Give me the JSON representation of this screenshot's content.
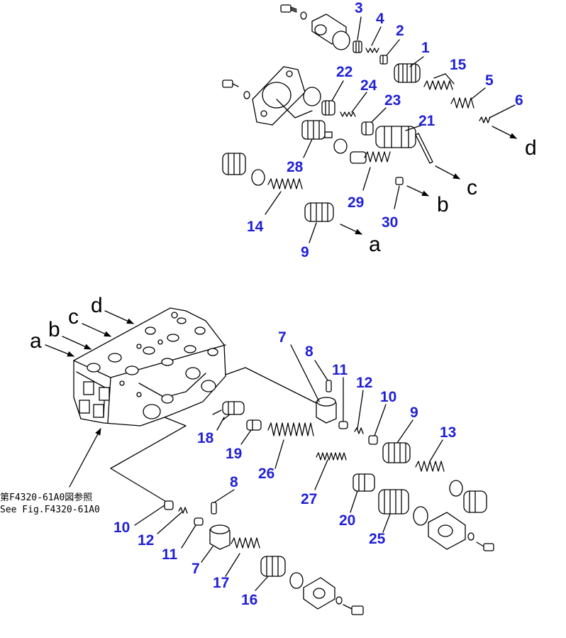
{
  "colors": {
    "callout": "#1f1fd6",
    "line": "#000000",
    "background": "#ffffff"
  },
  "reference_note": {
    "ja": "第F4320-61A0図参照",
    "en": "See Fig.F4320-61A0"
  },
  "flow_letters": {
    "a": "a",
    "b": "b",
    "c": "c",
    "d": "d"
  },
  "callouts_top": {
    "p3": "3",
    "p4": "4",
    "p2": "2",
    "p1": "1",
    "p15": "15",
    "p5": "5",
    "p6": "6",
    "p22": "22",
    "p24": "24",
    "p23": "23",
    "p21": "21",
    "p28": "28",
    "p29": "29",
    "p30": "30",
    "p14": "14",
    "p9": "9"
  },
  "callouts_bottom": {
    "p7a": "7",
    "p8a": "8",
    "p11a": "11",
    "p12a": "12",
    "p10a": "10",
    "p9b": "9",
    "p13": "13",
    "p18": "18",
    "p19": "19",
    "p26": "26",
    "p27": "27",
    "p20": "20",
    "p25": "25",
    "p8b": "8",
    "p10b": "10",
    "p12b": "12",
    "p11b": "11",
    "p7b": "7",
    "p17": "17",
    "p16": "16"
  }
}
